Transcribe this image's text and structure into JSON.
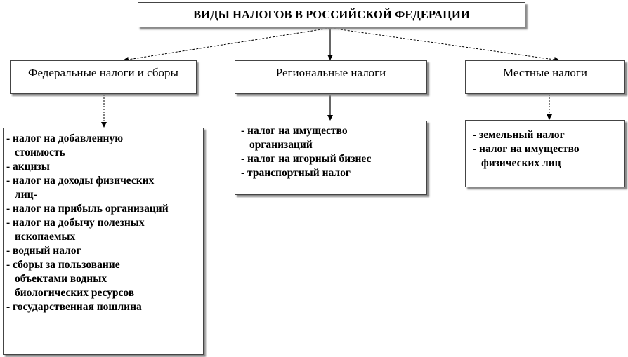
{
  "title": "ВИДЫ НАЛОГОВ В РОССИЙСКОЙ ФЕДЕРАЦИИ",
  "categories": [
    {
      "label": "Федеральные налоги и сборы",
      "items": [
        [
          "- налог на добавленную",
          "стоимость"
        ],
        [
          "- акцизы"
        ],
        [
          "- налог на доходы физических",
          "лиц-"
        ],
        [
          "- налог на прибыль организаций"
        ],
        [
          "- налог на добычу полезных",
          "ископаемых"
        ],
        [
          "- водный налог"
        ],
        [
          "- сборы за пользование",
          "объектами водных",
          "биологических ресурсов"
        ],
        [
          "- государственная пошлина"
        ]
      ]
    },
    {
      "label": "Региональные налоги",
      "items": [
        [
          "- налог на имущество",
          "организаций"
        ],
        [
          "- налог на игорный бизнес"
        ],
        [
          "- транспортный налог"
        ]
      ]
    },
    {
      "label": "Местные налоги",
      "items": [
        [
          "- земельный налог"
        ],
        [
          "- налог на имущество",
          "физических лиц"
        ]
      ]
    }
  ]
}
